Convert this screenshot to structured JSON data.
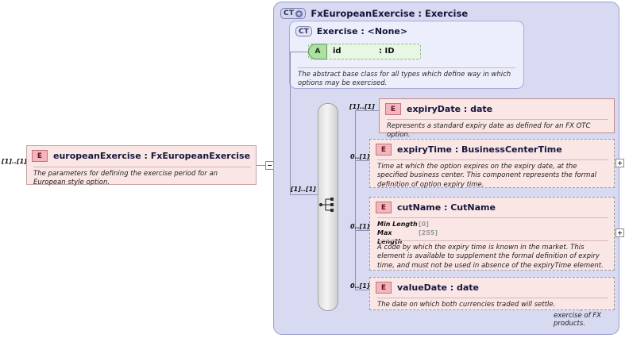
{
  "diagram": {
    "root": {
      "badge": "CT",
      "badge_icon": "plus-circle-icon",
      "title": "FxEuropeanExercise : Exercise",
      "footer": "Describes the characteristics for European exercise of FX products."
    },
    "base_type": {
      "badge": "CT",
      "title": "Exercise : <None>",
      "documentation": "The abstract base class for all types which define way in which options may be exercised.",
      "attribute": {
        "badge": "A",
        "name": "id",
        "type": ": ID"
      }
    },
    "source_element": {
      "badge": "E",
      "title": "europeanExercise : FxEuropeanExercise",
      "documentation": "The parameters for defining the exercise period for an European style option.",
      "cardinality": "[1]..[1]",
      "toggle": "minus"
    },
    "compositor": {
      "kind": "sequence",
      "cardinality": "[1]..[1]"
    },
    "children": [
      {
        "badge": "E",
        "title": "expiryDate : date",
        "cardinality": "[1]..[1]",
        "documentation": "Represents a standard expiry date as defined for an FX OTC option.",
        "border": "solid",
        "expander": false,
        "facets": []
      },
      {
        "badge": "E",
        "title": "expiryTime : BusinessCenterTime",
        "cardinality": "0..[1]",
        "documentation": "Time at which the option expires on the expiry date, at the specified business center. This component represents the formal definition of option expiry time.",
        "border": "dashed",
        "expander": true,
        "facets": []
      },
      {
        "badge": "E",
        "title": "cutName : CutName",
        "cardinality": "0..[1]",
        "documentation": "A code by which the expiry time is known in the market. This element is available to supplement the formal definition of expiry time, and must not be used in absence of the expiryTime element.",
        "border": "dashed",
        "expander": true,
        "facets": [
          {
            "name": "Min Length",
            "value": "[0]"
          },
          {
            "name": "Max Length",
            "value": "[255]"
          }
        ]
      },
      {
        "badge": "E",
        "title": "valueDate : date",
        "cardinality": "0..[1]",
        "documentation": "The date on which both currencies traded will settle.",
        "border": "dashed",
        "expander": false,
        "facets": []
      }
    ]
  }
}
